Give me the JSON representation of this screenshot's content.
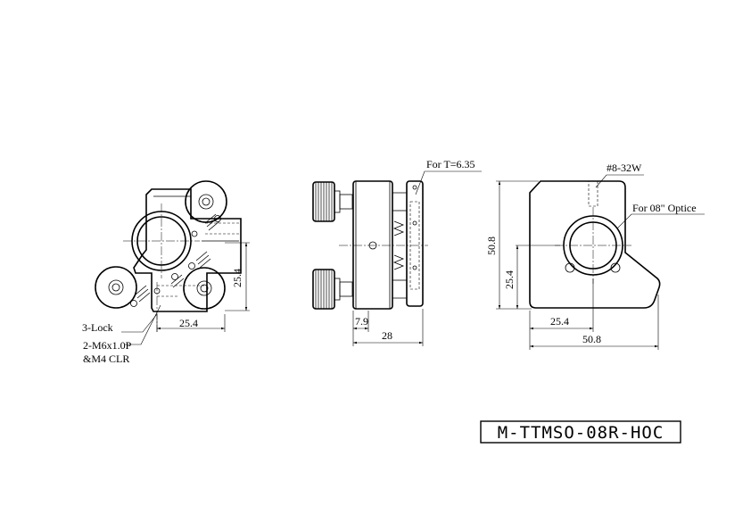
{
  "drawing": {
    "part_number": "M-TTMSO-08R-HOC"
  },
  "front_view": {
    "label_3lock": "3-Lock",
    "label_mount_1": "2-M6x1.0P",
    "label_mount_2": "&M4 CLR",
    "dim_horizontal": "25.4",
    "dim_vertical": "25.4"
  },
  "side_view": {
    "label_thickness": "For T=6.35",
    "dim_small": "7.9",
    "dim_total": "28"
  },
  "back_view": {
    "label_thread": "#8-32W",
    "label_optic": "For 08\" Optice",
    "dim_height_total": "50.8",
    "dim_height_half": "25.4",
    "dim_width_half": "25.4",
    "dim_width_total": "50.8"
  }
}
